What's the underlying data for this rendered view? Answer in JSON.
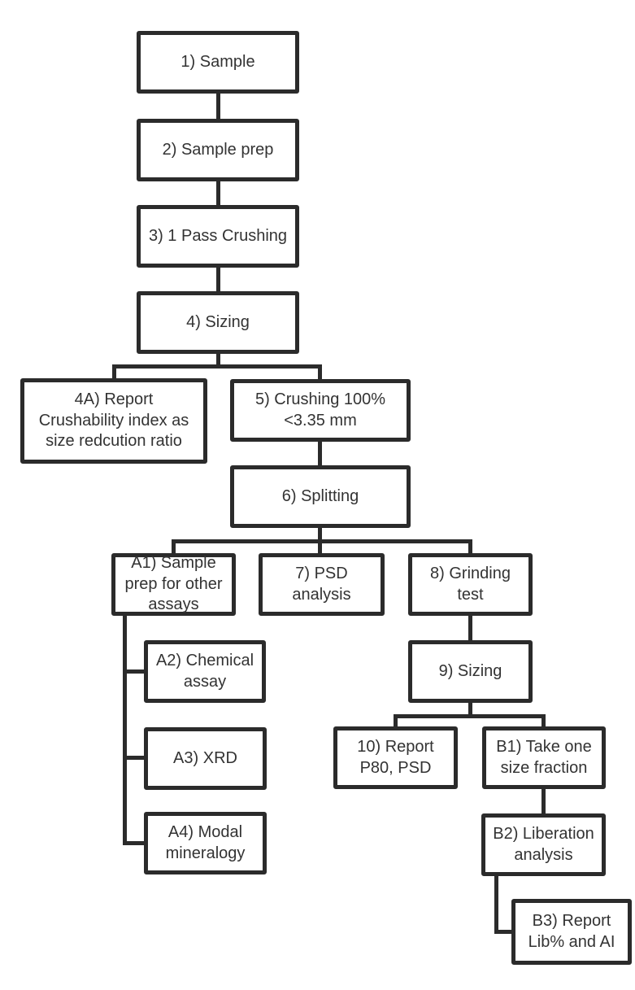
{
  "colors": {
    "line": "#2b2b2b",
    "text": "#333333",
    "background": "#ffffff"
  },
  "diagram_type": "flowchart",
  "nodes": [
    {
      "id": "1",
      "label": "1) Sample"
    },
    {
      "id": "2",
      "label": "2) Sample prep"
    },
    {
      "id": "3",
      "label": "3) 1 Pass Crushing"
    },
    {
      "id": "4",
      "label": "4) Sizing"
    },
    {
      "id": "4A",
      "label": "4A) Report\nCrushability index as\nsize redcution ratio"
    },
    {
      "id": "5",
      "label": "5) Crushing 100%\n<3.35 mm"
    },
    {
      "id": "6",
      "label": "6) Splitting"
    },
    {
      "id": "A1",
      "label": "A1) Sample\nprep for other\nassays"
    },
    {
      "id": "7",
      "label": "7) PSD\nanalysis"
    },
    {
      "id": "8",
      "label": "8) Grinding\ntest"
    },
    {
      "id": "9",
      "label": "9) Sizing"
    },
    {
      "id": "A2",
      "label": "A2) Chemical\nassay"
    },
    {
      "id": "A3",
      "label": "A3) XRD"
    },
    {
      "id": "A4",
      "label": "A4) Modal\nmineralogy"
    },
    {
      "id": "10",
      "label": "10) Report\nP80, PSD"
    },
    {
      "id": "B1",
      "label": "B1) Take one\nsize fraction"
    },
    {
      "id": "B2",
      "label": "B2) Liberation\nanalysis"
    },
    {
      "id": "B3",
      "label": "B3) Report\nLib% and AI"
    }
  ],
  "edges": [
    "1-2",
    "2-3",
    "3-4",
    "4-4A",
    "4-5",
    "5-6",
    "6-A1",
    "6-7",
    "6-8",
    "A1-A2",
    "A1-A3",
    "A1-A4",
    "8-9",
    "9-10",
    "9-B1",
    "B1-B2",
    "B2-B3"
  ]
}
